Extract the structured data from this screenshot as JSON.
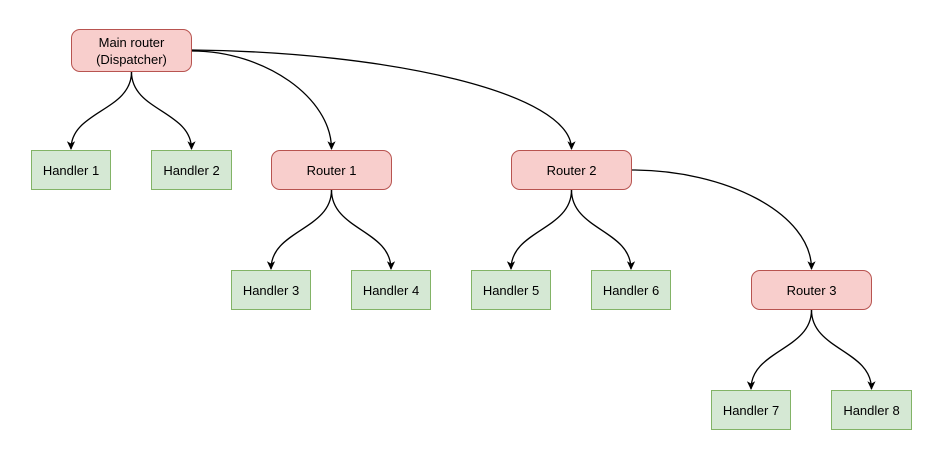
{
  "diagram": {
    "kind": "tree",
    "colors": {
      "router_fill": "#f8cecc",
      "router_border": "#b85450",
      "handler_fill": "#d5e8d4",
      "handler_border": "#82b366",
      "edge": "#000000",
      "background": "#ffffff",
      "text": "#000000"
    },
    "nodes": {
      "main_router": {
        "label": "Main router\n(Dispatcher)",
        "type": "router"
      },
      "handler_1": {
        "label": "Handler 1",
        "type": "handler"
      },
      "handler_2": {
        "label": "Handler 2",
        "type": "handler"
      },
      "router_1": {
        "label": "Router 1",
        "type": "router"
      },
      "router_2": {
        "label": "Router 2",
        "type": "router"
      },
      "handler_3": {
        "label": "Handler 3",
        "type": "handler"
      },
      "handler_4": {
        "label": "Handler 4",
        "type": "handler"
      },
      "handler_5": {
        "label": "Handler 5",
        "type": "handler"
      },
      "handler_6": {
        "label": "Handler 6",
        "type": "handler"
      },
      "router_3": {
        "label": "Router 3",
        "type": "router"
      },
      "handler_7": {
        "label": "Handler 7",
        "type": "handler"
      },
      "handler_8": {
        "label": "Handler 8",
        "type": "handler"
      }
    },
    "edges": [
      {
        "from": "main_router",
        "to": "handler_1"
      },
      {
        "from": "main_router",
        "to": "handler_2"
      },
      {
        "from": "main_router",
        "to": "router_1"
      },
      {
        "from": "main_router",
        "to": "router_2"
      },
      {
        "from": "router_1",
        "to": "handler_3"
      },
      {
        "from": "router_1",
        "to": "handler_4"
      },
      {
        "from": "router_2",
        "to": "handler_5"
      },
      {
        "from": "router_2",
        "to": "handler_6"
      },
      {
        "from": "router_2",
        "to": "router_3"
      },
      {
        "from": "router_3",
        "to": "handler_7"
      },
      {
        "from": "router_3",
        "to": "handler_8"
      }
    ]
  }
}
